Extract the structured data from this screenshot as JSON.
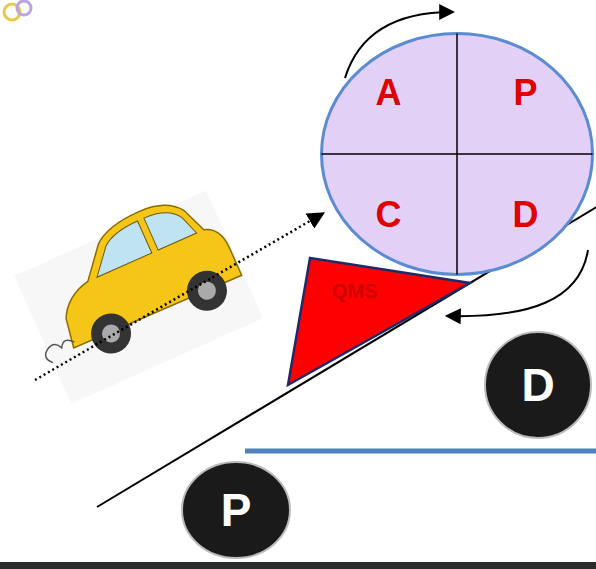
{
  "diagram": {
    "nodes": [
      {
        "text": [
          "A",
          "P",
          "C",
          "D"
        ]
      },
      {
        "text": [
          "QMS"
        ]
      },
      {
        "text": [
          "D"
        ]
      },
      {
        "text": [
          "P"
        ]
      }
    ]
  }
}
